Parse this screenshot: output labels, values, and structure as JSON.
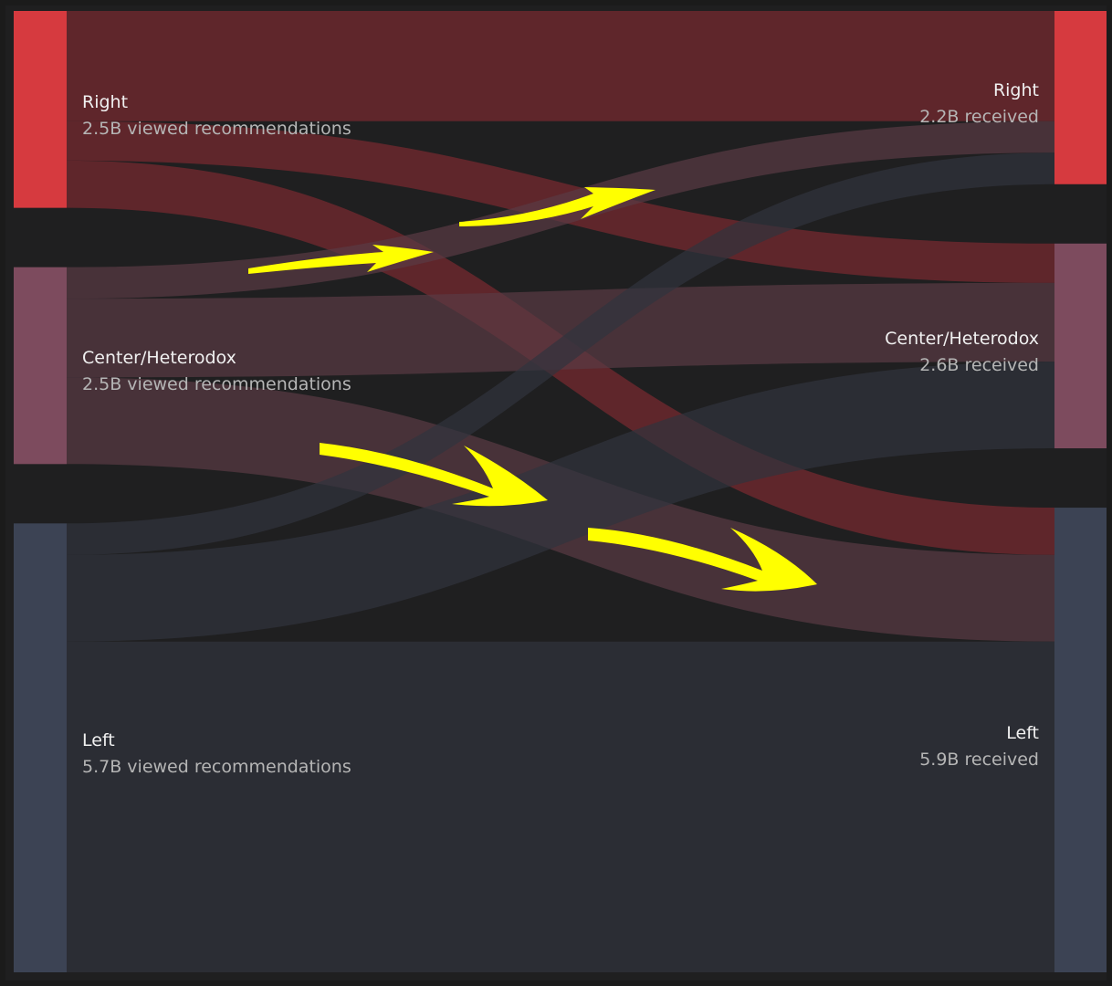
{
  "chart_data": {
    "type": "sankey",
    "unit": "B",
    "source_nodes": [
      {
        "id": "Right",
        "name": "Right",
        "value": 2.5,
        "value_label": "2.5B viewed recommendations",
        "color": "#d63a3f"
      },
      {
        "id": "Center",
        "name": "Center/Heterodox",
        "value": 2.5,
        "value_label": "2.5B viewed recommendations",
        "color": "#7d4b5e"
      },
      {
        "id": "Left",
        "name": "Left",
        "value": 5.7,
        "value_label": "5.7B viewed recommendations",
        "color": "#3c4354"
      }
    ],
    "target_nodes": [
      {
        "id": "Right",
        "name": "Right",
        "value": 2.2,
        "value_label": "2.2B received",
        "color": "#d63a3f"
      },
      {
        "id": "Center",
        "name": "Center/Heterodox",
        "value": 2.6,
        "value_label": "2.6B received",
        "color": "#7d4b5e"
      },
      {
        "id": "Left",
        "name": "Left",
        "value": 5.9,
        "value_label": "5.9B received",
        "color": "#3c4354"
      }
    ],
    "links": [
      {
        "source": "Right",
        "target": "Right",
        "value": 1.4
      },
      {
        "source": "Right",
        "target": "Center",
        "value": 0.5
      },
      {
        "source": "Right",
        "target": "Left",
        "value": 0.6
      },
      {
        "source": "Center",
        "target": "Right",
        "value": 0.4
      },
      {
        "source": "Center",
        "target": "Center",
        "value": 1.0
      },
      {
        "source": "Center",
        "target": "Left",
        "value": 1.1
      },
      {
        "source": "Left",
        "target": "Right",
        "value": 0.4
      },
      {
        "source": "Left",
        "target": "Center",
        "value": 1.1
      },
      {
        "source": "Left",
        "target": "Left",
        "value": 4.2
      }
    ],
    "link_colors": {
      "Right": "#7a2a30",
      "Center": "#5a3a44",
      "Left": "#30333d"
    },
    "annotation_color": "#ffff00"
  }
}
